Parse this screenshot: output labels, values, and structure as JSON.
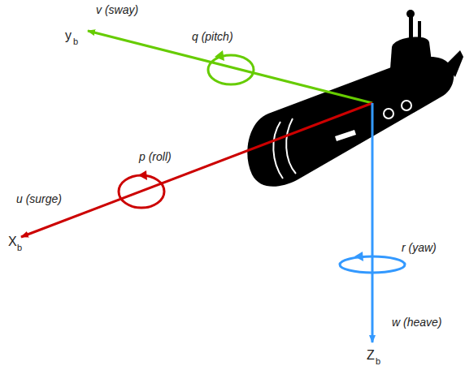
{
  "diagram": {
    "labels": [
      "v (sway)",
      "y",
      "b",
      "q (pitch)",
      "p (roll)",
      "u (surge)",
      "X",
      "b",
      "r (yaw)",
      "w (heave)",
      "Z",
      "b"
    ]
  }
}
